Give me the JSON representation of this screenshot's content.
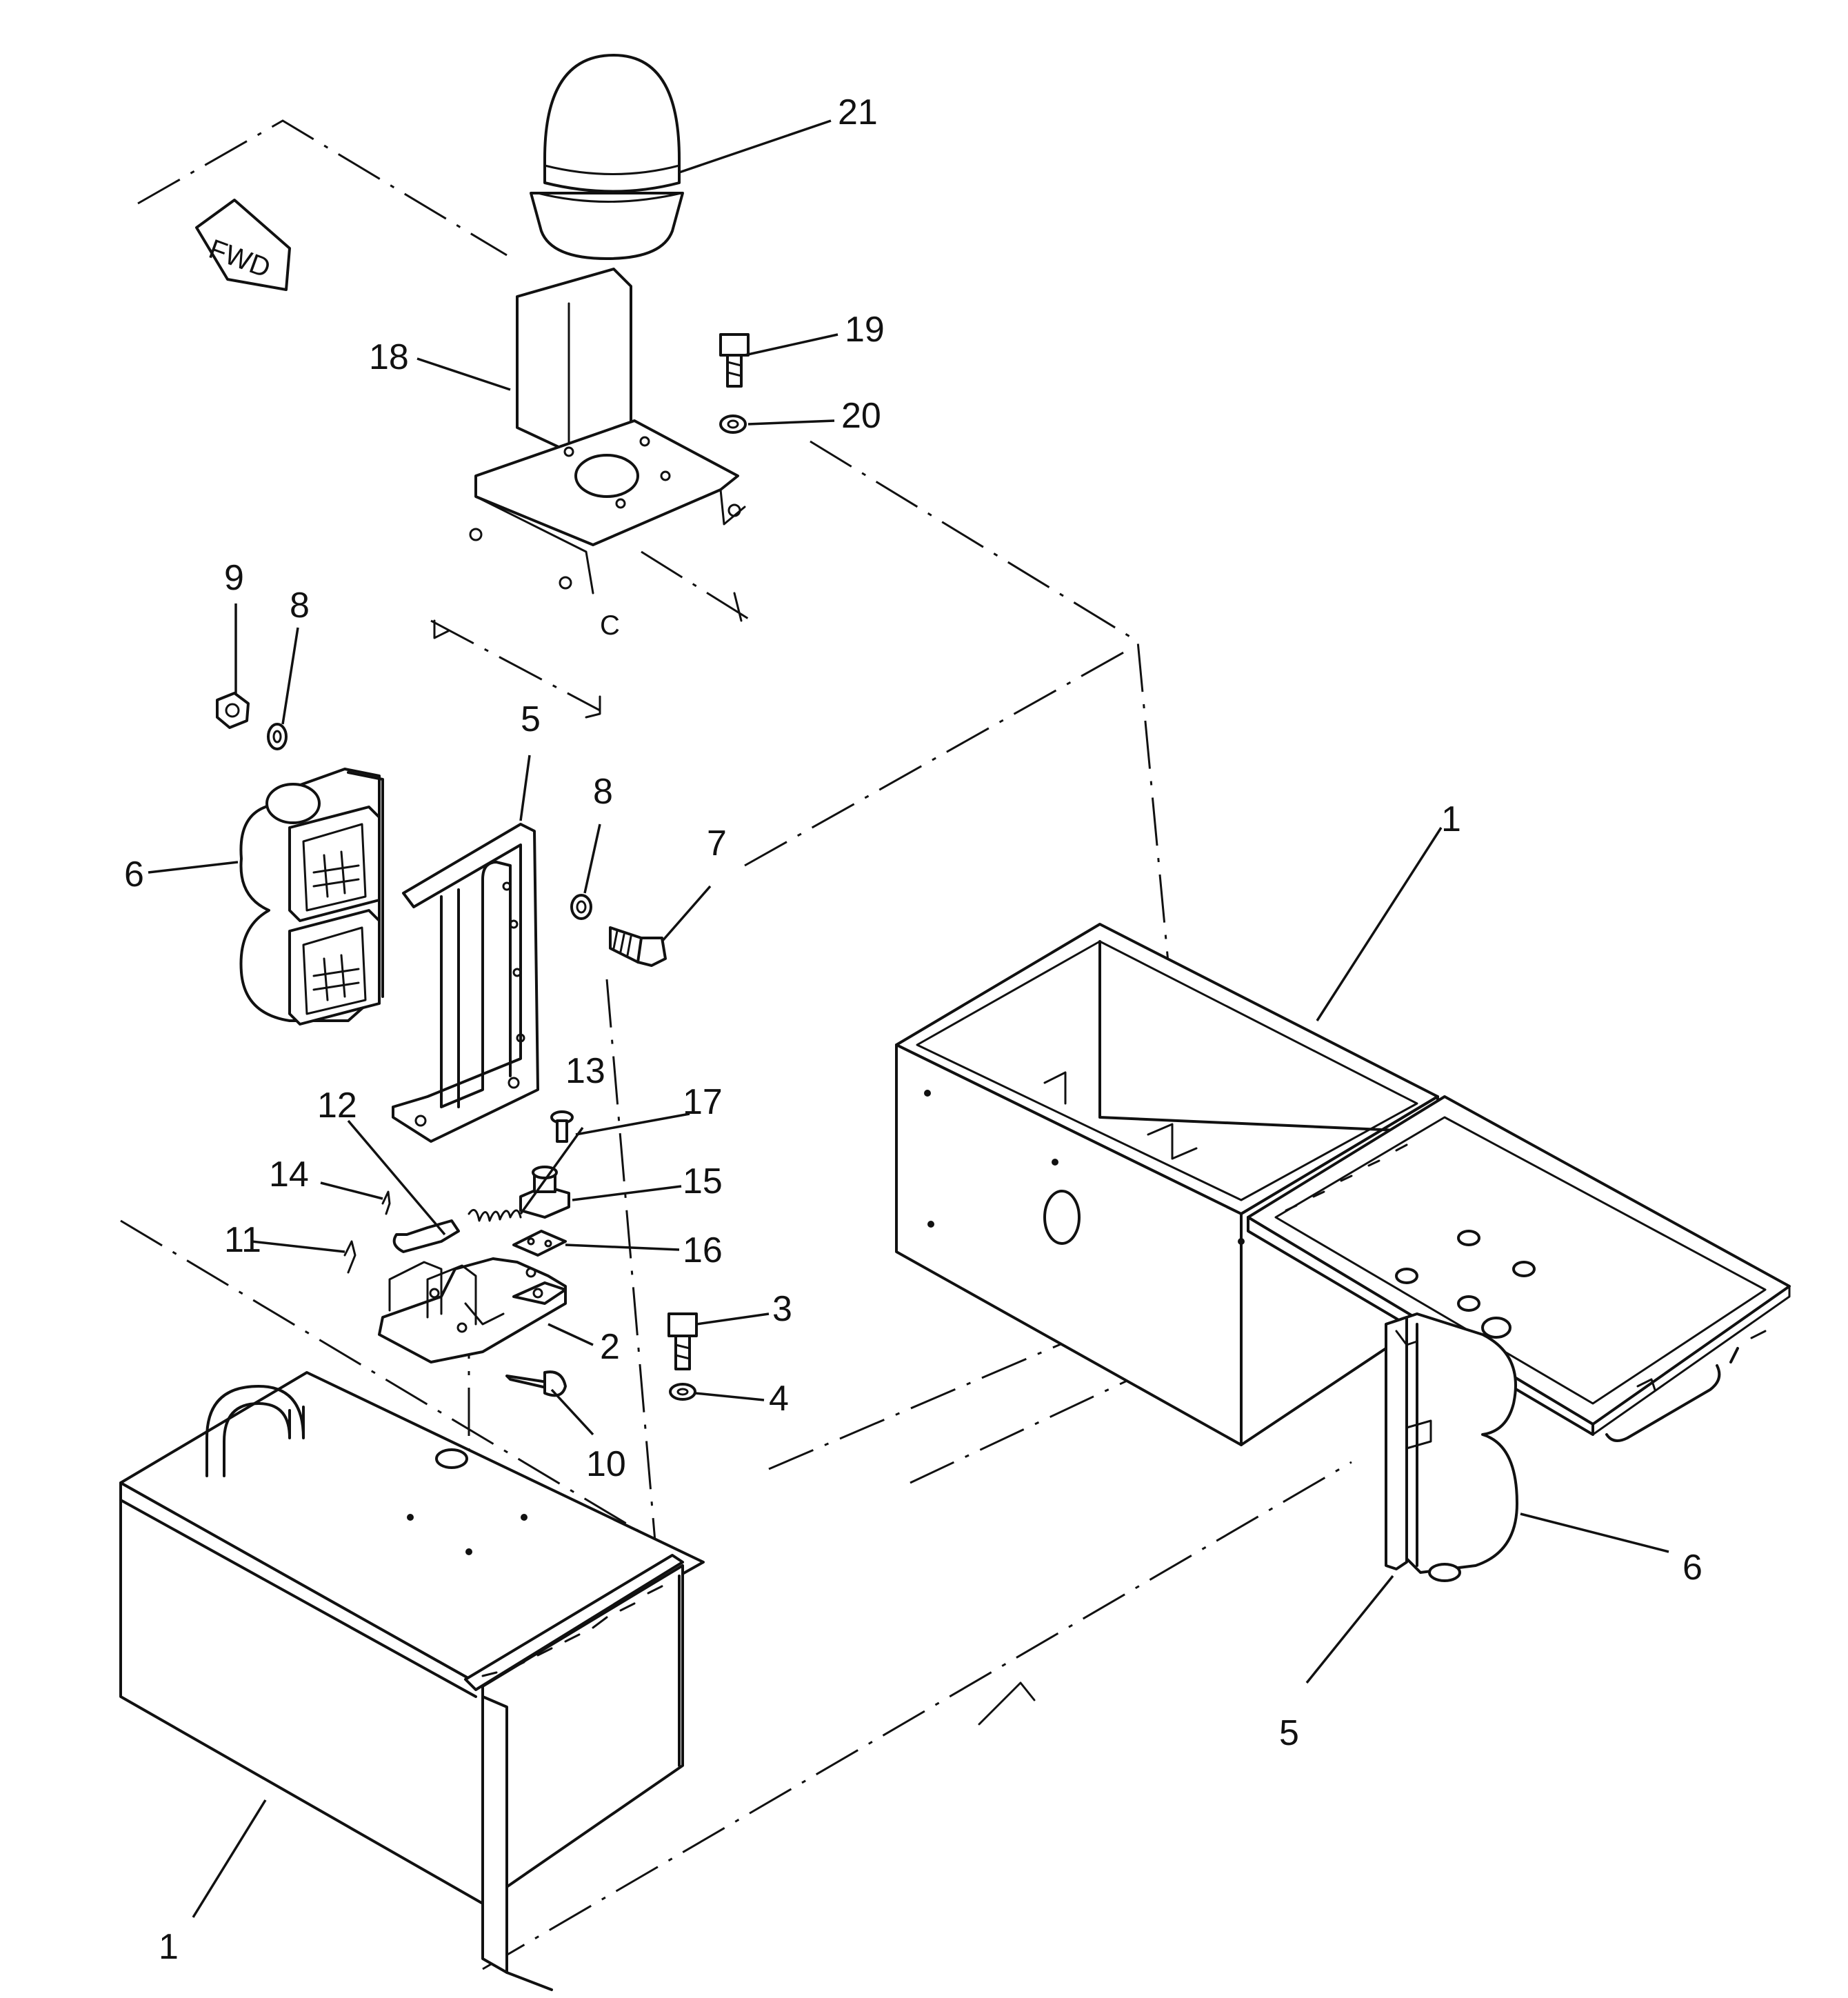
{
  "diagram": {
    "fwd_label": "FWD",
    "callouts": {
      "c1a": "1",
      "c1b": "1",
      "c2": "2",
      "c3": "3",
      "c4": "4",
      "c5a": "5",
      "c5b": "5",
      "c6a": "6",
      "c6b": "6",
      "c7": "7",
      "c8a": "8",
      "c8b": "8",
      "c9": "9",
      "c10": "10",
      "c11": "11",
      "c12": "12",
      "c13": "13",
      "c14": "14",
      "c15": "15",
      "c16": "16",
      "c17": "17",
      "c18": "18",
      "c19": "19",
      "c20": "20",
      "c21": "21"
    }
  }
}
